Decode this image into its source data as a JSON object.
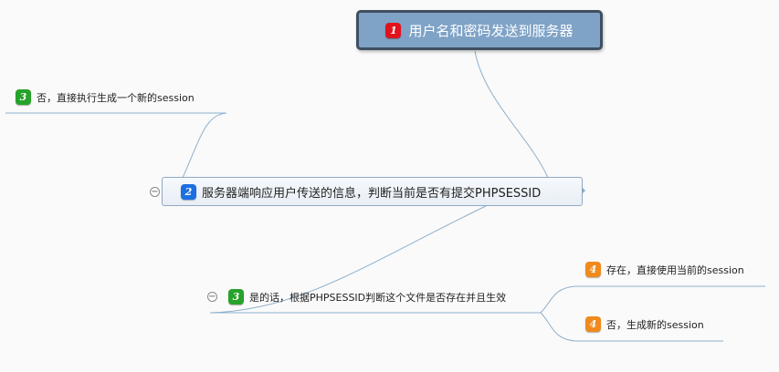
{
  "root": {
    "badge": "1",
    "label": "用户名和密码发送到服务器",
    "badge_color": "#e0121d"
  },
  "main": {
    "badge": "2",
    "label": "服务器端响应用户传送的信息，判断当前是否有提交PHPSESSID",
    "badge_color": "#1c6fe0"
  },
  "branch_no": {
    "badge": "3",
    "label": "否，直接执行生成一个新的session",
    "badge_color": "#27a22a"
  },
  "branch_yes": {
    "badge": "3",
    "label": "是的话，根据PHPSESSID判断这个文件是否存在并且生效",
    "badge_color": "#27a22a"
  },
  "leaf_exists": {
    "badge": "4",
    "label": "存在，直接使用当前的session",
    "badge_color": "#ef8a1d"
  },
  "leaf_not_exists": {
    "badge": "4",
    "label": "否，生成新的session",
    "badge_color": "#ef8a1d"
  },
  "colors": {
    "line": "#8fb0cc",
    "background": "#fafafa"
  },
  "icons": {
    "collapse": "minus-circle-icon",
    "expand": "triangle-right-icon"
  },
  "collapse_symbol": "−"
}
